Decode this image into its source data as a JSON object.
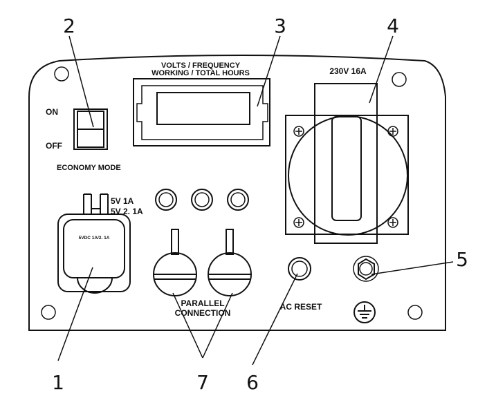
{
  "panel": {
    "switch": {
      "on_label": "ON",
      "off_label": "OFF",
      "caption": "ECONOMY MODE"
    },
    "display": {
      "caption_line1": "VOLTS / FREQUENCY",
      "caption_line2": "WORKING / TOTAL HOURS"
    },
    "ac_outlet": {
      "rating": "230V 16A"
    },
    "usb": {
      "rating_line1": "5V 1A",
      "rating_line2": "5V 2. 1A",
      "port_label": "5VDC 1A/2. 1A"
    },
    "parallel": {
      "caption_line1": "PARALLEL",
      "caption_line2": "CONNECTION"
    },
    "ac_reset": {
      "caption": "AC RESET"
    },
    "ground": {
      "icon": "ground-symbol-icon"
    }
  },
  "callouts": [
    "1",
    "2",
    "3",
    "4",
    "5",
    "6",
    "7"
  ]
}
